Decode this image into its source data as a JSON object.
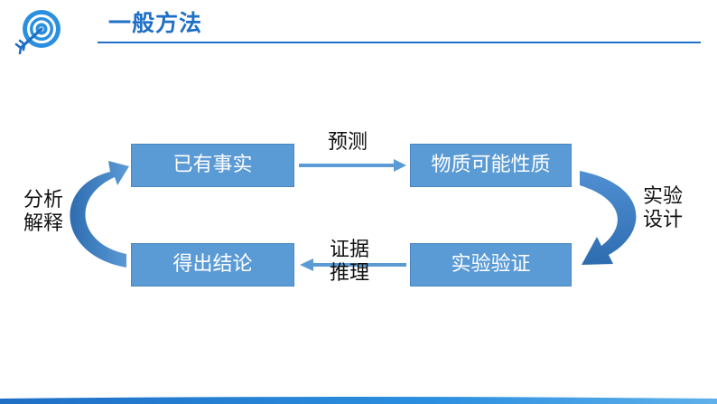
{
  "header": {
    "title": "一般方法"
  },
  "boxes": {
    "existing_facts": "已有事实",
    "possible_properties": "物质可能性质",
    "experimental_verification": "实验验证",
    "draw_conclusion": "得出结论"
  },
  "edges": {
    "predict": "预测",
    "experiment_design": [
      "实验",
      "设计"
    ],
    "evidence_reasoning": [
      "证据",
      "推理"
    ],
    "analyze_explain": [
      "分析",
      "解释"
    ]
  },
  "colors": {
    "title": "#1f6fc5",
    "box_fill": "#5b9bd5",
    "box_text": "#ffffff",
    "arrow": "#5b9bd5",
    "curved_arrow_dark": "#2e6cb0"
  }
}
